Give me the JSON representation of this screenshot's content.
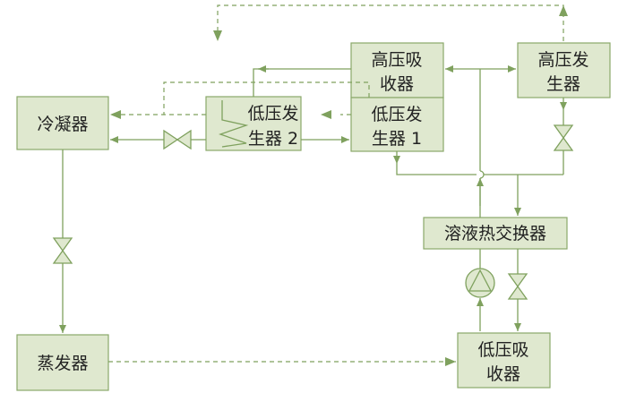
{
  "colors": {
    "box_fill": "#dfe8cf",
    "box_stroke": "#8aa86a",
    "line": "#7fa15e"
  },
  "labels": {
    "condenser": "冷凝器",
    "evaporator": "蒸发器",
    "hp_absorber": [
      "高压吸",
      "收器"
    ],
    "hp_generator": [
      "高压发",
      "生器"
    ],
    "lp_generator_2": [
      "低压发",
      "生器 2"
    ],
    "lp_generator_1": [
      "低压发",
      "生器 1"
    ],
    "heat_exchanger": "溶液热交换器",
    "lp_absorber": [
      "低压吸",
      "收器"
    ]
  },
  "components": {
    "pump_icon": "pump-icon",
    "valve_icon": "valve-icon",
    "coil_icon": "heating-coil-icon"
  }
}
